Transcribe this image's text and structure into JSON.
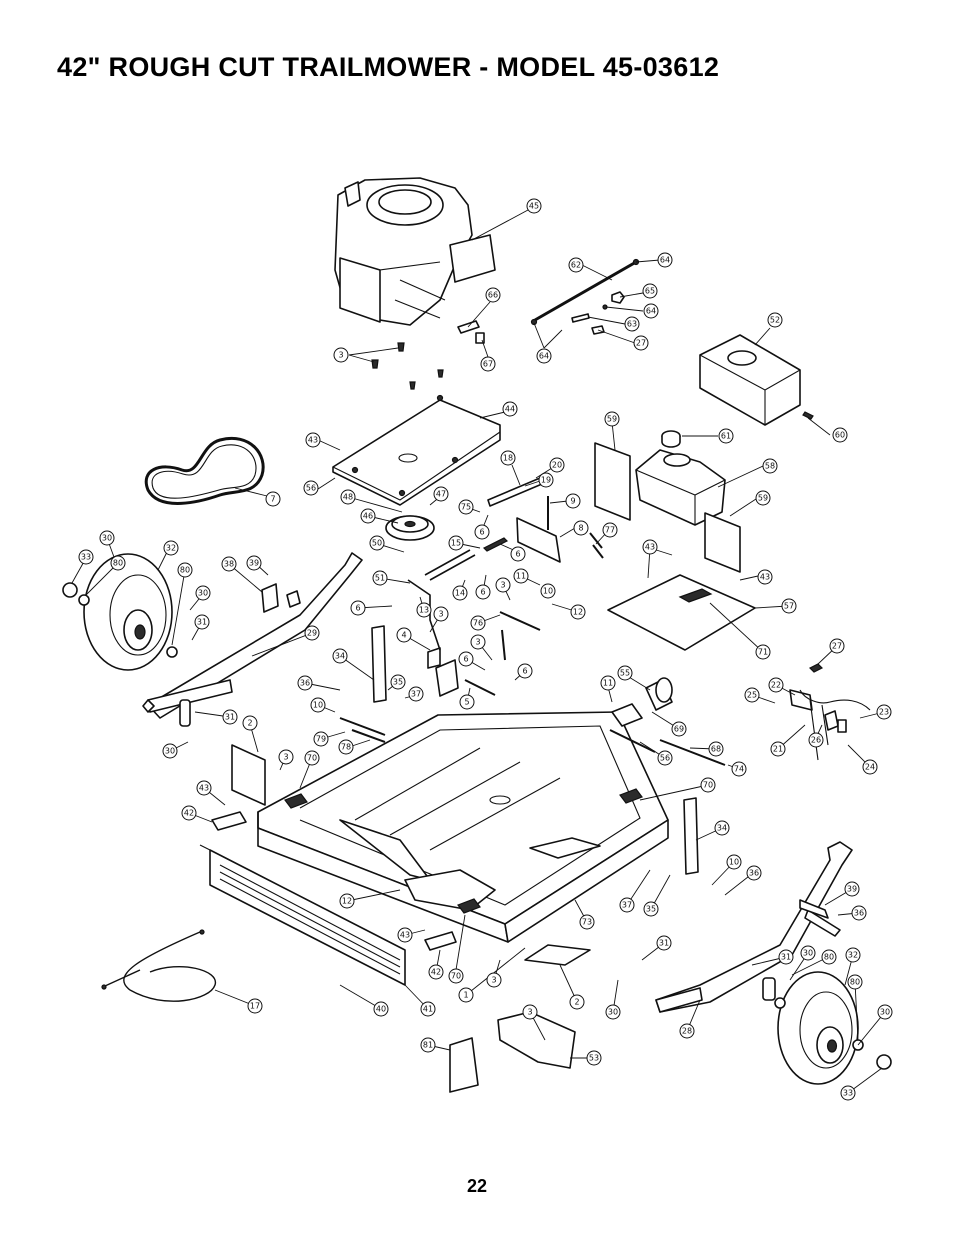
{
  "title": "42\" ROUGH CUT TRAILMOWER - MODEL 45-03612",
  "page_number": "22",
  "callouts": [
    {
      "num": "45"
    },
    {
      "num": "62"
    },
    {
      "num": "64"
    },
    {
      "num": "65"
    },
    {
      "num": "64"
    },
    {
      "num": "63"
    },
    {
      "num": "27"
    },
    {
      "num": "64"
    },
    {
      "num": "66"
    },
    {
      "num": "67"
    },
    {
      "num": "3"
    },
    {
      "num": "52"
    },
    {
      "num": "60"
    },
    {
      "num": "44"
    },
    {
      "num": "43"
    },
    {
      "num": "59"
    },
    {
      "num": "61"
    },
    {
      "num": "7"
    },
    {
      "num": "56"
    },
    {
      "num": "48"
    },
    {
      "num": "18"
    },
    {
      "num": "20"
    },
    {
      "num": "19"
    },
    {
      "num": "58"
    },
    {
      "num": "59"
    },
    {
      "num": "47"
    },
    {
      "num": "46"
    },
    {
      "num": "75"
    },
    {
      "num": "9"
    },
    {
      "num": "6"
    },
    {
      "num": "8"
    },
    {
      "num": "77"
    },
    {
      "num": "50"
    },
    {
      "num": "15"
    },
    {
      "num": "6"
    },
    {
      "num": "43"
    },
    {
      "num": "43"
    },
    {
      "num": "30"
    },
    {
      "num": "32"
    },
    {
      "num": "33"
    },
    {
      "num": "80"
    },
    {
      "num": "80"
    },
    {
      "num": "38"
    },
    {
      "num": "39"
    },
    {
      "num": "51"
    },
    {
      "num": "14"
    },
    {
      "num": "6"
    },
    {
      "num": "3"
    },
    {
      "num": "11"
    },
    {
      "num": "10"
    },
    {
      "num": "12"
    },
    {
      "num": "57"
    },
    {
      "num": "30"
    },
    {
      "num": "6"
    },
    {
      "num": "13"
    },
    {
      "num": "3"
    },
    {
      "num": "71"
    },
    {
      "num": "31"
    },
    {
      "num": "29"
    },
    {
      "num": "4"
    },
    {
      "num": "76"
    },
    {
      "num": "3"
    },
    {
      "num": "34"
    },
    {
      "num": "27"
    },
    {
      "num": "6"
    },
    {
      "num": "6"
    },
    {
      "num": "55"
    },
    {
      "num": "36"
    },
    {
      "num": "35"
    },
    {
      "num": "37"
    },
    {
      "num": "5"
    },
    {
      "num": "11"
    },
    {
      "num": "25"
    },
    {
      "num": "22"
    },
    {
      "num": "23"
    },
    {
      "num": "10"
    },
    {
      "num": "31"
    },
    {
      "num": "2"
    },
    {
      "num": "79"
    },
    {
      "num": "78"
    },
    {
      "num": "69"
    },
    {
      "num": "68"
    },
    {
      "num": "21"
    },
    {
      "num": "26"
    },
    {
      "num": "30"
    },
    {
      "num": "3"
    },
    {
      "num": "70"
    },
    {
      "num": "56"
    },
    {
      "num": "74"
    },
    {
      "num": "24"
    },
    {
      "num": "43"
    },
    {
      "num": "70"
    },
    {
      "num": "42"
    },
    {
      "num": "34"
    },
    {
      "num": "10"
    },
    {
      "num": "36"
    },
    {
      "num": "12"
    },
    {
      "num": "37"
    },
    {
      "num": "35"
    },
    {
      "num": "39"
    },
    {
      "num": "36"
    },
    {
      "num": "73"
    },
    {
      "num": "43"
    },
    {
      "num": "31"
    },
    {
      "num": "30"
    },
    {
      "num": "80"
    },
    {
      "num": "32"
    },
    {
      "num": "31"
    },
    {
      "num": "42"
    },
    {
      "num": "70"
    },
    {
      "num": "3"
    },
    {
      "num": "80"
    },
    {
      "num": "40"
    },
    {
      "num": "41"
    },
    {
      "num": "1"
    },
    {
      "num": "2"
    },
    {
      "num": "30"
    },
    {
      "num": "28"
    },
    {
      "num": "30"
    },
    {
      "num": "17"
    },
    {
      "num": "3"
    },
    {
      "num": "81"
    },
    {
      "num": "53"
    },
    {
      "num": "33"
    }
  ]
}
